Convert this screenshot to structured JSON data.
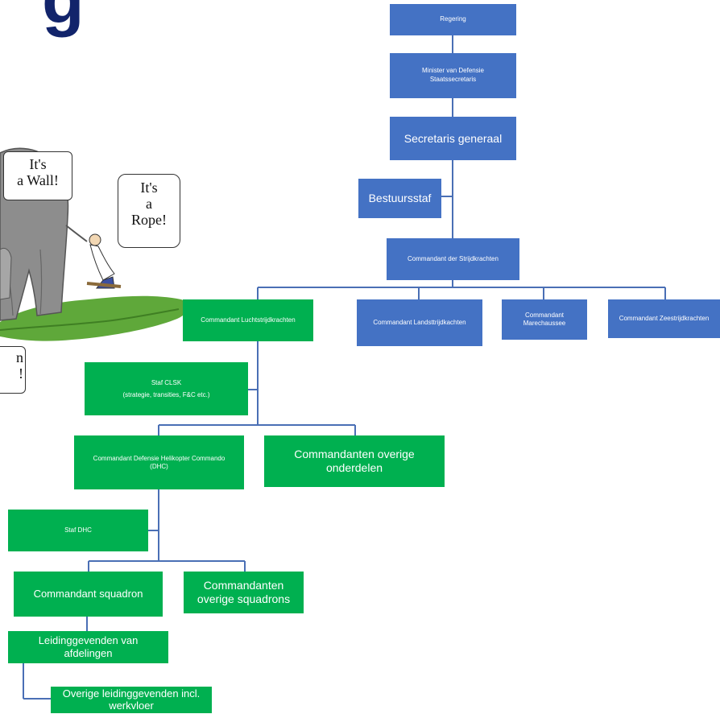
{
  "heading_fragment": "g",
  "cartoon": {
    "bubble_wall": [
      "It's",
      "a Wall!"
    ],
    "bubble_rope": [
      "It's",
      "a",
      "Rope!"
    ],
    "bubble_cut": [
      "n",
      "!"
    ]
  },
  "org": {
    "regering": [
      "Regering"
    ],
    "minister": [
      "Minister  van Defensie",
      "Staatssecretaris"
    ],
    "sg": [
      "Secretaris generaal"
    ],
    "bestuursstaf": [
      "Bestuursstaf"
    ],
    "cds": [
      "Commandant  der  Strijdkrachten"
    ],
    "clsk": [
      "Commandant  Luchtstrijdkrachten"
    ],
    "land": [
      "Commandant  Landsttrijdkachten"
    ],
    "mar": [
      "Commandant",
      "Marechaussee"
    ],
    "zee": [
      "Commandant  Zeestrijdkrachten"
    ],
    "staf_clsk": [
      "Staf CLSK",
      "(strategie,  transities,   F&C etc.)"
    ],
    "dhc": [
      "Commandant  Defensie  Helikopter  Commando",
      "(DHC)"
    ],
    "overige_onderdelen": [
      "Commandanten overige",
      "onderdelen"
    ],
    "staf_dhc": [
      "Staf DHC"
    ],
    "squadron": [
      "Commandant squadron"
    ],
    "overige_squadrons": [
      "Commandanten",
      "overige squadrons"
    ],
    "afdelingen": [
      "Leidinggevenden van",
      "afdelingen"
    ],
    "werkvloer": [
      "Overige leidinggevenden incl.",
      "werkvloer"
    ]
  },
  "colors": {
    "blue_box": "#4472c4",
    "green_box": "#00b050",
    "connector": "#4a6fb5",
    "heading": "#12246b"
  }
}
